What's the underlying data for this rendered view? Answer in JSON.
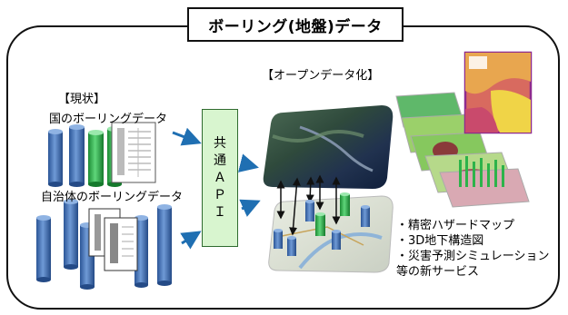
{
  "title": "ボーリング(地盤)データ",
  "current": {
    "heading": "【現状】",
    "national_label": "国のボーリングデータ",
    "local_label": "自治体のボーリングデータ"
  },
  "api": {
    "chars": [
      "共",
      "通",
      "Ａ",
      "Ｐ",
      "Ｉ"
    ]
  },
  "open": {
    "heading": "【オープンデータ化】"
  },
  "services": [
    "・精密ハザードマップ",
    "・3D地下構造図",
    "・災害予測シミュレーション",
    "等の新サービス"
  ],
  "colors": {
    "core_blue": "#3f6fb5",
    "core_green": "#2db34a",
    "arrow_blue": "#1f6fb2",
    "api_fill": "#d8f5cf"
  }
}
